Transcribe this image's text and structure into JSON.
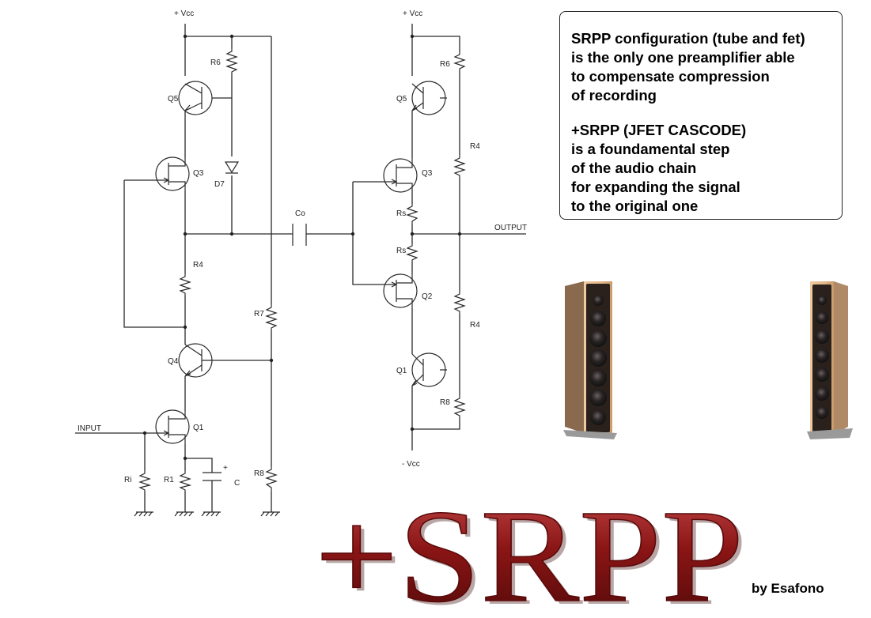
{
  "schematic": {
    "vcc_pos": "+ Vcc",
    "vcc_neg": "- Vcc",
    "input": "INPUT",
    "output": "OUTPUT",
    "components": {
      "R6": "R6",
      "Q5": "Q5",
      "Q3": "Q3",
      "D7": "D7",
      "R4": "R4",
      "R7": "R7",
      "Q4": "Q4",
      "Q1": "Q1",
      "Ri": "Ri",
      "R1": "R1",
      "C": "C",
      "R8": "R8",
      "Co": "Co",
      "Q2": "Q2",
      "Rs": "Rs",
      "plus": "+"
    }
  },
  "note": {
    "lines": [
      "SRPP configuration (tube and fet)",
      "is the only one preamplifier able",
      "to compensate compression",
      "of recording",
      "+SRPP (JFET CASCODE)",
      "is a foundamental step",
      "of the audio chain",
      "for expanding the signal",
      "to the original one"
    ]
  },
  "logo": {
    "text": "+SRPP"
  },
  "credit": "by Esafono",
  "colors": {
    "logo_red": "#8b1515",
    "wood": "#e3b889",
    "cabinet_dark": "#2a211c"
  }
}
